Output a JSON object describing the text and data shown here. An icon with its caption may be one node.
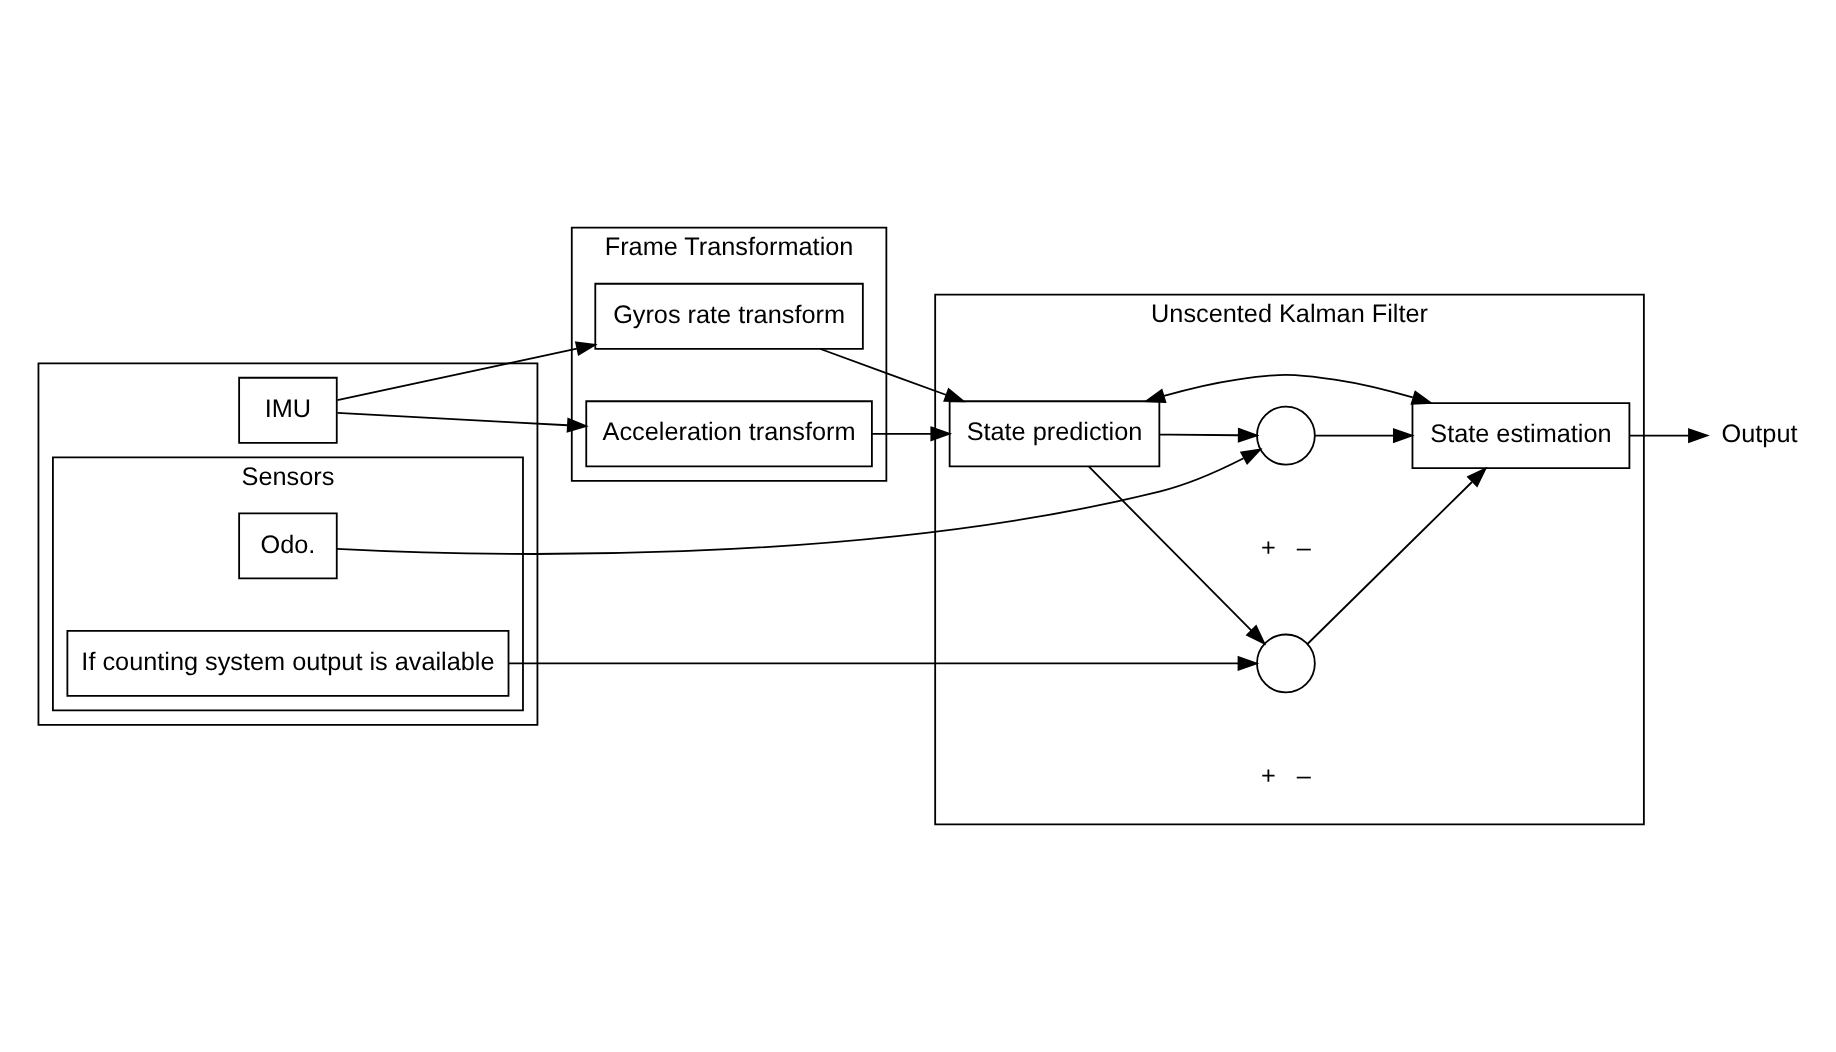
{
  "diagram": {
    "nodes": [
      {
        "text": [],
        "shape": "box"
      },
      {
        "text": [
          "IMU"
        ],
        "in": 0
      },
      {
        "text": [
          "Sensors"
        ],
        "in": 0
      },
      {
        "text": [
          "Odo."
        ],
        "in": 2
      },
      {
        "text": [
          "If counting system output is available"
        ],
        "in": 2
      },
      {
        "text": [
          "Frame Transformation"
        ]
      },
      {
        "text": [
          "Gyros rate transform"
        ],
        "in": 5
      },
      {
        "text": [
          "Acceleration transform"
        ],
        "in": 5
      },
      {
        "text": [
          "Unscented Kalman Filter"
        ]
      },
      {
        "text": [
          "State prediction"
        ],
        "in": 8
      },
      {
        "text": [],
        "shape": "circle",
        "in": 8,
        "beside": [
          "+",
          "–"
        ]
      },
      {
        "text": [
          "State estimation"
        ],
        "in": 8
      },
      {
        "text": [],
        "shape": "circle",
        "in": 8,
        "beside": [
          "+",
          "–"
        ]
      },
      {
        "text": [
          "Output"
        ]
      }
    ],
    "edges": [
      {
        "from": 1,
        "to": 6,
        "arrow": "to"
      },
      {
        "from": 1,
        "to": 7,
        "arrow": "to"
      },
      {
        "from": 6,
        "to": 9,
        "arrow": "to"
      },
      {
        "from": 7,
        "to": 9,
        "arrow": "to"
      },
      {
        "from": 9,
        "to": 10,
        "arrow": "to"
      },
      {
        "from": 9,
        "to": 12,
        "arrow": "to"
      },
      {
        "from": 9,
        "to": 11,
        "arrow": "both"
      },
      {
        "from": 3,
        "to": 10,
        "arrow": "to"
      },
      {
        "from": 10,
        "to": 11,
        "arrow": "to"
      },
      {
        "from": 4,
        "to": 12,
        "arrow": "to"
      },
      {
        "from": 12,
        "to": 11,
        "arrow": "to"
      },
      {
        "from": 11,
        "to": 13,
        "arrow": "to"
      }
    ]
  }
}
